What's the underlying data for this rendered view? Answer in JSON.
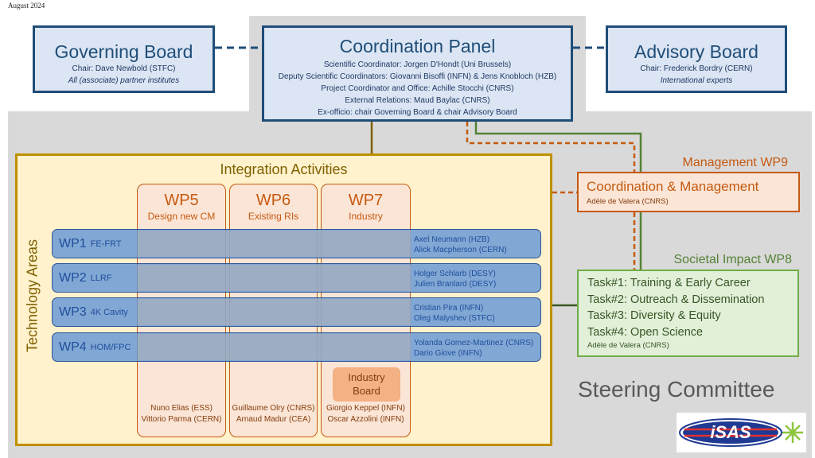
{
  "date": "August 2024",
  "governing_board": {
    "title": "Governing Board",
    "chair": "Chair: Dave Newbold (STFC)",
    "members": "All (associate) partner institutes"
  },
  "coordination_panel": {
    "title": "Coordination Panel",
    "lines": [
      "Scientific Coordinator: Jorgen D'Hondt (Uni Brussels)",
      "Deputy Scientific Coordinators: Giovanni Bisoffi (INFN) & Jens Knobloch (HZB)",
      "Project Coordinator and Office: Achille Stocchi (CNRS)",
      "External Relations: Maud Baylac (CNRS)",
      "Ex-officio: chair Governing Board & chair Advisory Board"
    ]
  },
  "advisory_board": {
    "title": "Advisory Board",
    "chair": "Chair: Frederick Bordry (CERN)",
    "members": "International experts"
  },
  "integration": {
    "title": "Integration Activities",
    "tech_areas_label": "Technology Areas",
    "columns": [
      {
        "title": "WP5",
        "subtitle": "Design new CM",
        "names": [
          "Nuno Elias (ESS)",
          "Vittorio Parma (CERN)"
        ]
      },
      {
        "title": "WP6",
        "subtitle": "Existing RIs",
        "names": [
          "Guillaume Olry (CNRS)",
          "Arnaud Madur (CEA)"
        ]
      },
      {
        "title": "WP7",
        "subtitle": "Industry",
        "names": [
          "Giorgio Keppel (INFN)",
          "Oscar Azzolini (INFN)"
        ]
      }
    ],
    "rows": [
      {
        "wp": "WP1",
        "topic": "FE-FRT",
        "people": [
          "Axel Neumann (HZB)",
          "Alick Macpherson (CERN)"
        ]
      },
      {
        "wp": "WP2",
        "topic": "LLRF",
        "people": [
          "Holger Schlarb (DESY)",
          "Julien Branlard (DESY)"
        ]
      },
      {
        "wp": "WP3",
        "topic": "4K Cavity",
        "people": [
          "Cristian Pira (INFN)",
          "Oleg Malyshev (STFC)"
        ]
      },
      {
        "wp": "WP4",
        "topic": "HOM/FPC",
        "people": [
          "Yolanda Gomez-Martinez (CNRS)",
          "Dario Giove (INFN)"
        ]
      }
    ],
    "industry_board": [
      "Industry",
      "Board"
    ]
  },
  "management": {
    "title": "Management WP9",
    "box_title": "Coordination & Management",
    "lead": "Adèle de Valera (CNRS)"
  },
  "societal": {
    "title": "Societal Impact WP8",
    "tasks": [
      "Task#1: Training & Early Career",
      "Task#2: Outreach & Dissemination",
      "Task#3: Diversity & Equity",
      "Task#4: Open Science"
    ],
    "lead": "Adèle de Valera (CNRS)"
  },
  "steering_committee": "Steering Committee",
  "logo_text": "iSAS",
  "colors": {
    "blue_border": "#1f4e79",
    "blue_fill": "#dbe5f3",
    "gold": "#bf9000",
    "orange": "#c55a11",
    "green": "#70ad47",
    "gray": "#d9d9d9"
  }
}
